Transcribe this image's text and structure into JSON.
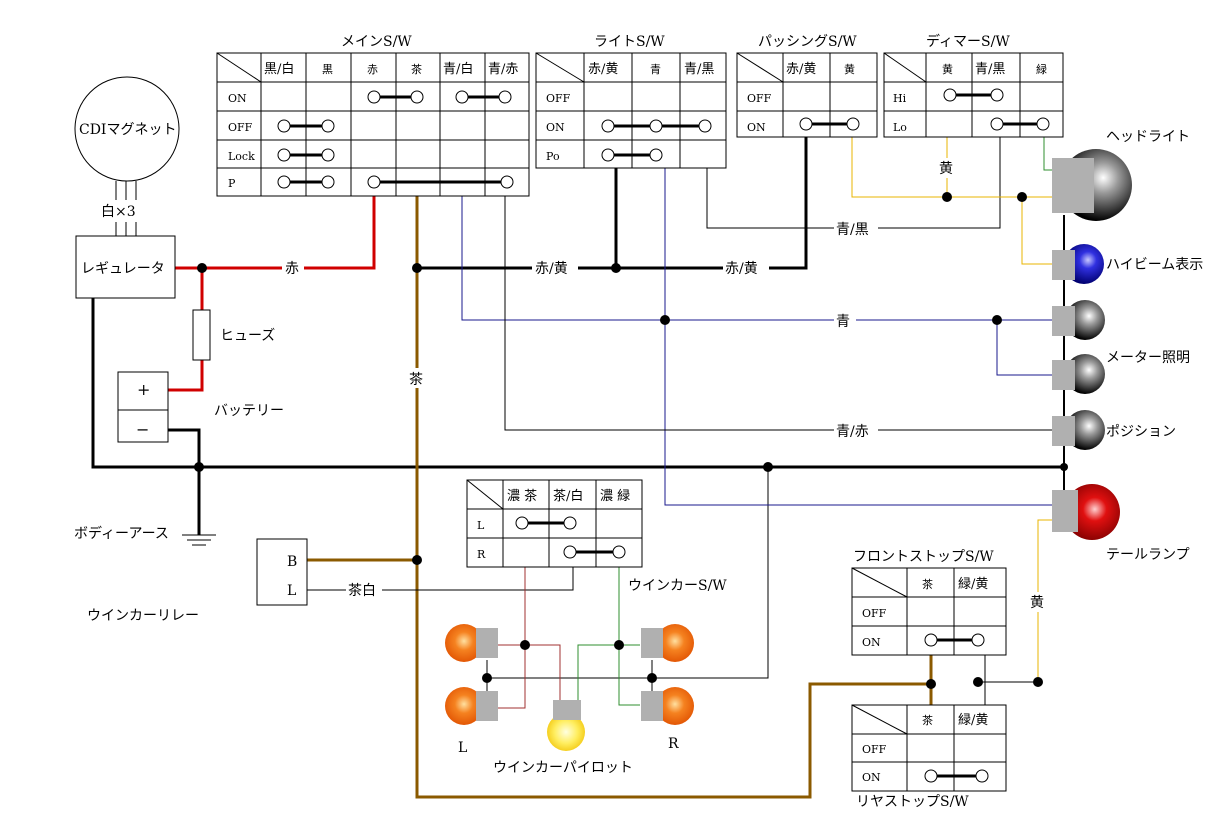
{
  "switches": {
    "main": {
      "title": "メインS/W",
      "cols": [
        "黒/白",
        "黒",
        "赤",
        "茶",
        "青/白",
        "青/赤"
      ],
      "rows": [
        "ON",
        "OFF",
        "Lock",
        "P"
      ]
    },
    "light": {
      "title": "ライトS/W",
      "cols": [
        "赤/黄",
        "青",
        "青/黒"
      ],
      "rows": [
        "OFF",
        "ON",
        "Po"
      ]
    },
    "passing": {
      "title": "パッシングS/W",
      "cols": [
        "赤/黄",
        "黄"
      ],
      "rows": [
        "OFF",
        "ON"
      ]
    },
    "dimmer": {
      "title": "ディマーS/W",
      "cols": [
        "黄",
        "青/黒",
        "緑"
      ],
      "rows": [
        "Hi",
        "Lo"
      ]
    },
    "winker": {
      "title": "ウインカーS/W",
      "cols": [
        "濃 茶",
        "茶/白",
        "濃 緑"
      ],
      "rows": [
        "L",
        "R"
      ]
    },
    "front_stop": {
      "title": "フロントストップS/W",
      "cols": [
        "茶",
        "緑/黄"
      ],
      "rows": [
        "OFF",
        "ON"
      ]
    },
    "rear_stop": {
      "title": "リヤストップS/W",
      "cols": [
        "茶",
        "緑/黄"
      ],
      "rows": [
        "OFF",
        "ON"
      ]
    }
  },
  "components": {
    "cdi": "CDIマグネット",
    "cdi_wires": "白×3",
    "regulator": "レギュレータ",
    "fuse": "ヒューズ",
    "battery": "バッテリー",
    "battery_plus": "+",
    "battery_minus": "−",
    "ground": "ボディーアース",
    "relay": "ウインカーリレー",
    "relay_b": "B",
    "relay_l": "L",
    "headlight": "ヘッドライト",
    "highbeam": "ハイビーム表示",
    "meter": "メーター照明",
    "position": "ポジション",
    "tail": "テールランプ",
    "pilot": "ウインカーパイロット",
    "winker_l": "L",
    "winker_r": "R"
  },
  "wires": {
    "red": "赤",
    "red_yellow_1": "赤/黄",
    "red_yellow_2": "赤/黄",
    "blue_black": "青/黒",
    "blue": "青",
    "blue_red": "青/赤",
    "brown": "茶",
    "brown_white": "茶白",
    "yellow_head": "黄",
    "yellow_tail": "黄"
  },
  "colors": {
    "red_wire": "#d00000",
    "brown_wire": "#8b5a00",
    "blue_wire": "#1a1a8c",
    "yellow_wire": "#e8b400",
    "green_wire": "#2f8f2f",
    "dark_red_wire": "#a03030",
    "bulb_gray": "#b0b0b0",
    "bulb_orange": "#f07a10",
    "bulb_red": "#d41010",
    "bulb_blue": "#1010d0",
    "bulb_yellow": "#f0d000"
  }
}
